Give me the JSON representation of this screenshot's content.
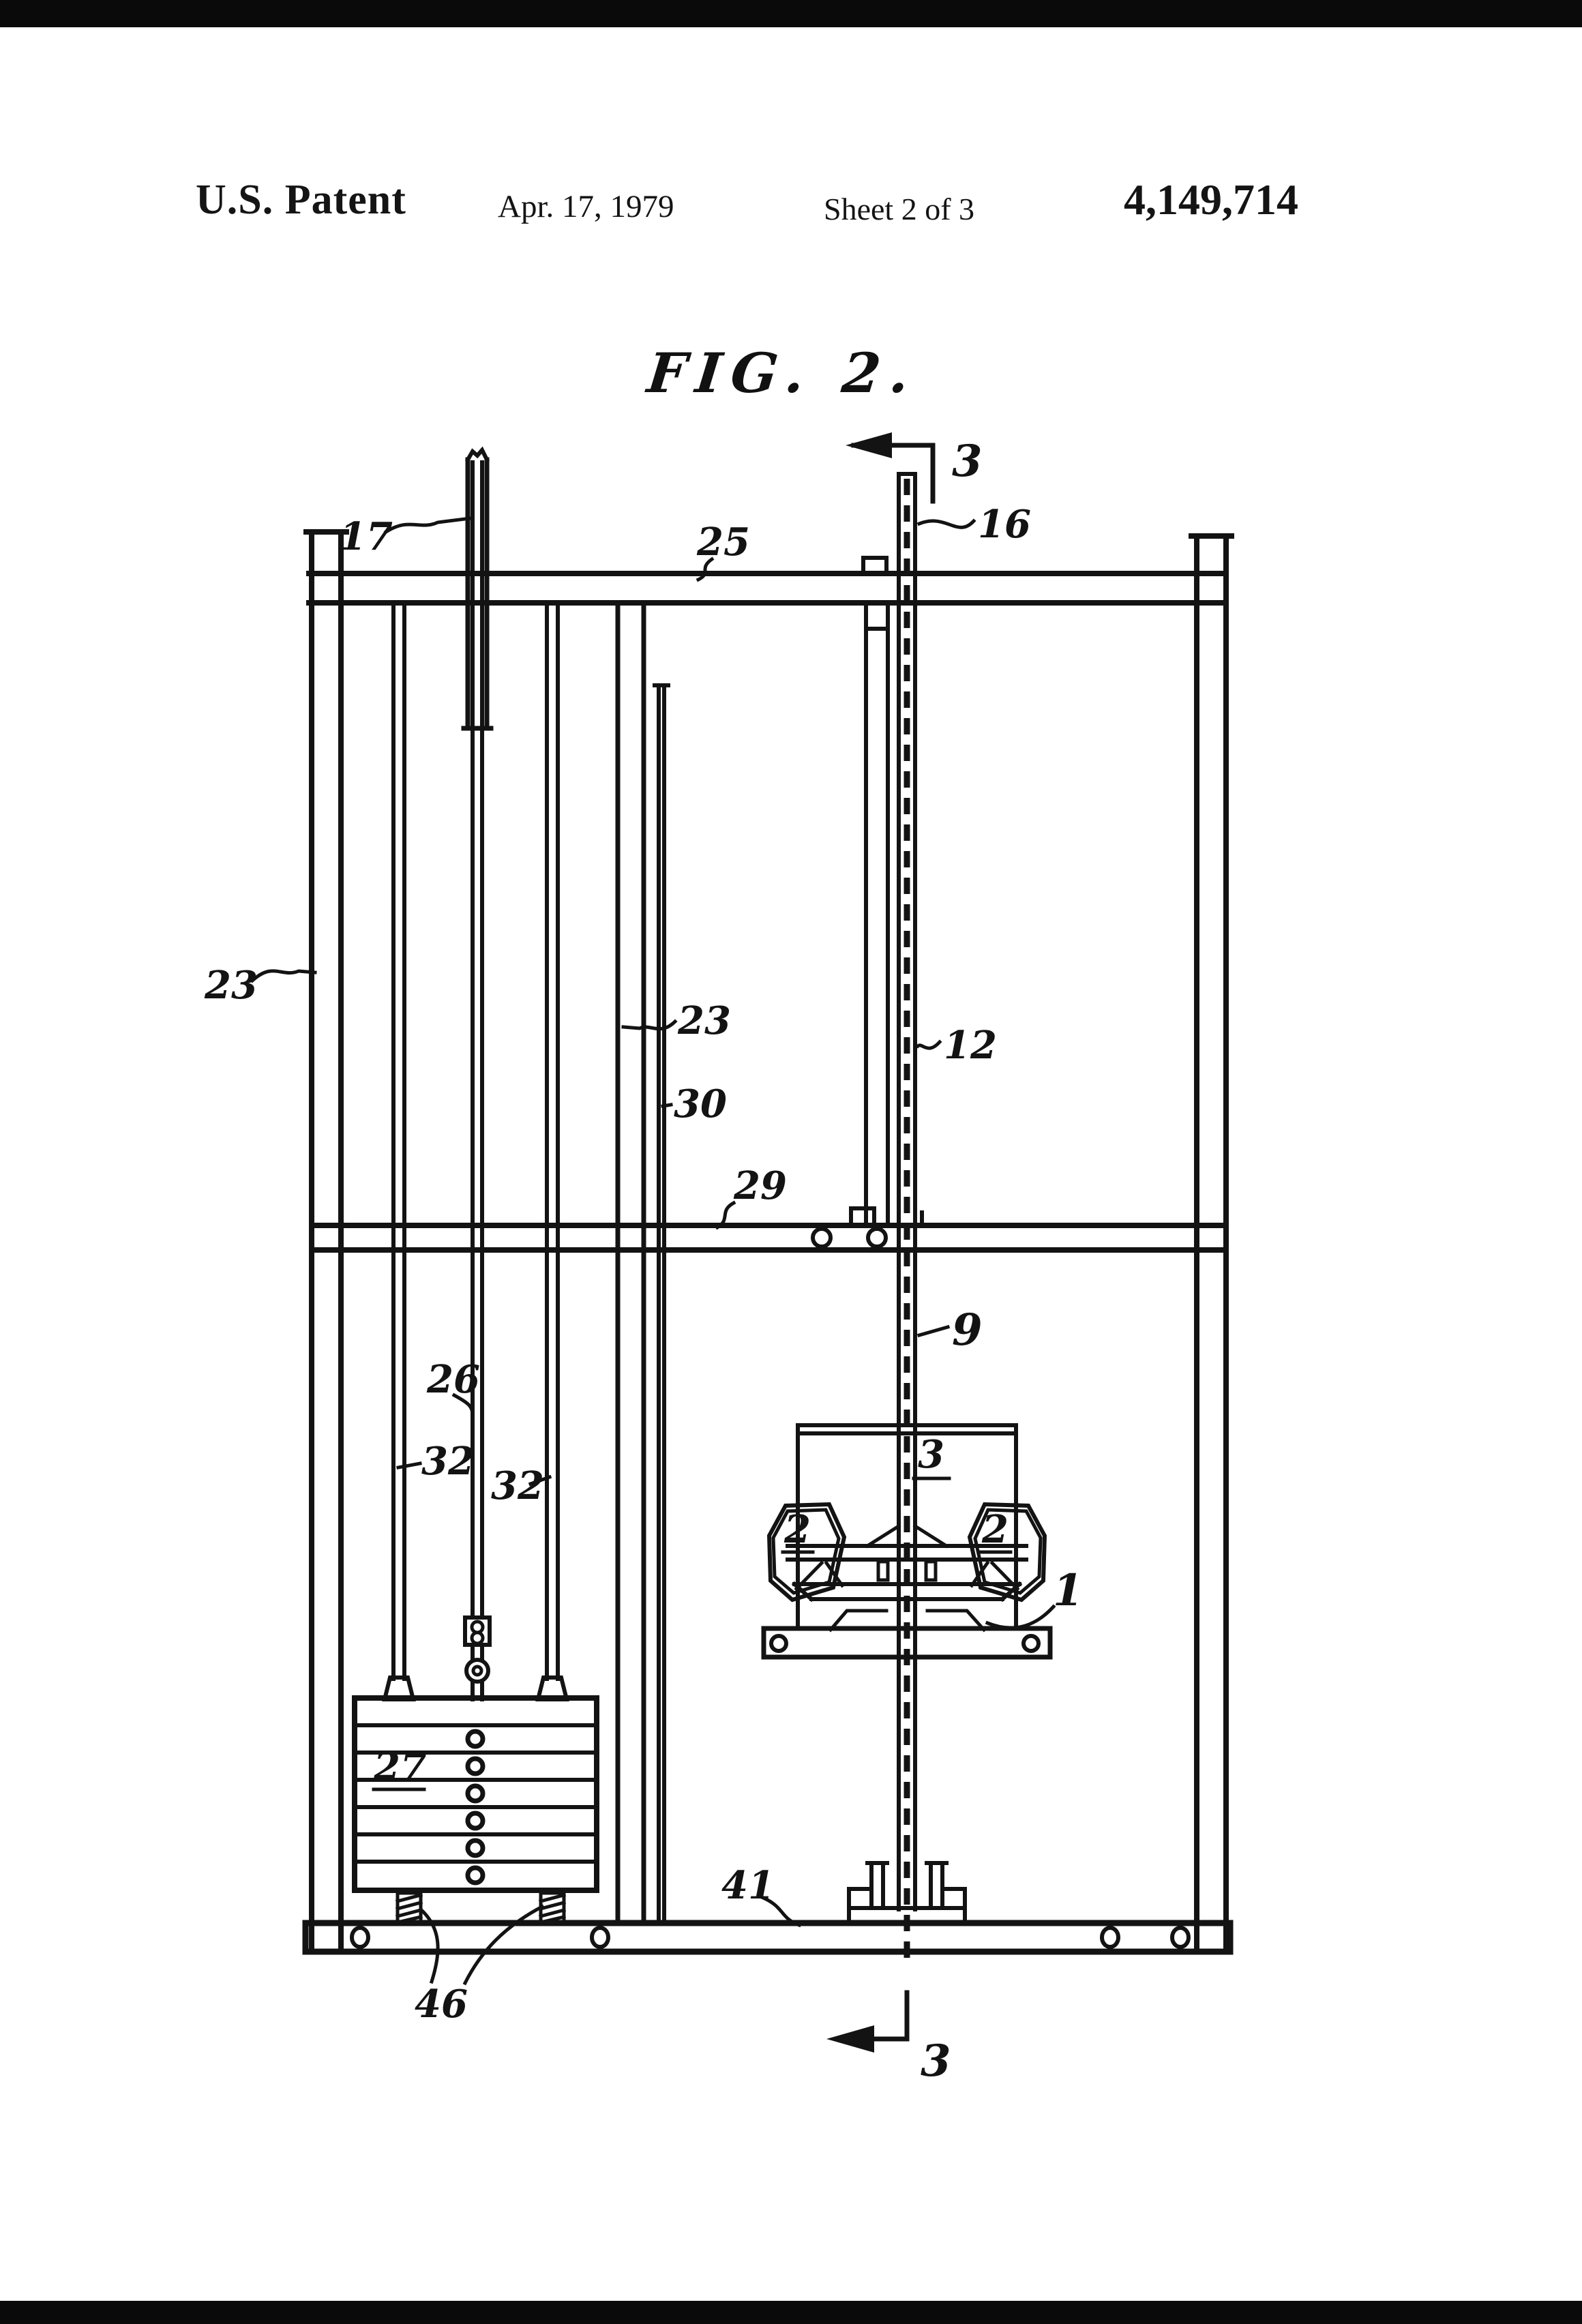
{
  "header": {
    "title": "U.S. Patent",
    "date": "Apr. 17, 1979",
    "sheet": "Sheet 2 of 3",
    "number": "4,149,714"
  },
  "figure": {
    "title": "FIG. 2.",
    "labels": {
      "l17": "17",
      "l25": "25",
      "l16": "16",
      "l3_top": "3",
      "l23_left": "23",
      "l23_mid": "23",
      "l30": "30",
      "l12": "12",
      "l29": "29",
      "l9": "9",
      "l26": "26",
      "l32_left": "32",
      "l32_right": "32",
      "l3_box": "3",
      "l2_left": "2",
      "l2_right": "2",
      "l1": "1",
      "l27": "27",
      "l41": "41",
      "l46": "46",
      "l3_bottom": "3"
    },
    "ink_color": "#131313",
    "paper_color": "#ffffff"
  }
}
